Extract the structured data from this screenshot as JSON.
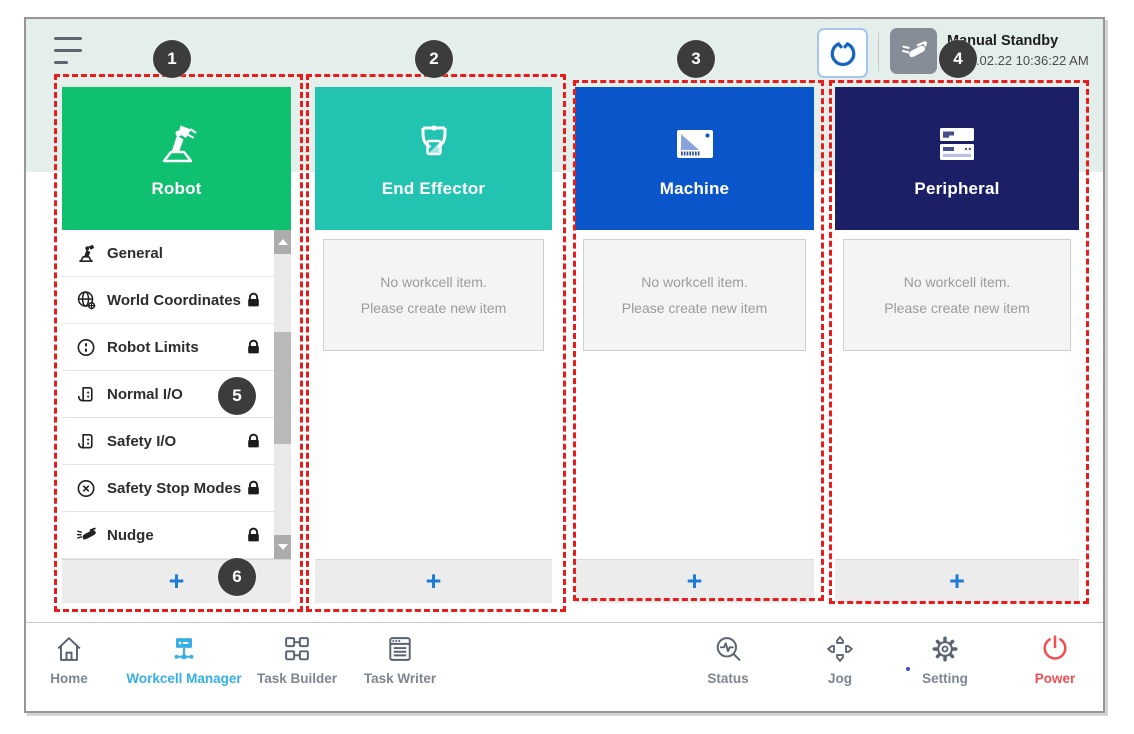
{
  "topbar": {
    "menu_icon": "hamburger-menu",
    "robot_button_icon": "gripper-icon",
    "mode_button_icon": "hand-manual-icon",
    "status_title": "Manual Standby",
    "status_datetime": "2022.02.22 10:36:22 AM"
  },
  "columns": [
    {
      "title": "Robot",
      "color": "#0ec06f"
    },
    {
      "title": "End Effector",
      "color": "#22c3b0"
    },
    {
      "title": "Machine",
      "color": "#0b55ca"
    },
    {
      "title": "Peripheral",
      "color": "#1a1f66"
    }
  ],
  "robot_menu": [
    {
      "label": "General",
      "locked": false
    },
    {
      "label": "World Coordinates",
      "locked": true
    },
    {
      "label": "Robot Limits",
      "locked": true
    },
    {
      "label": "Normal I/O",
      "locked": false
    },
    {
      "label": "Safety I/O",
      "locked": true
    },
    {
      "label": "Safety Stop Modes",
      "locked": true
    },
    {
      "label": "Nudge",
      "locked": true
    }
  ],
  "empty_state": {
    "line1": "No workcell item.",
    "line2": "Please create new item"
  },
  "add_label": "+",
  "annotations": [
    "1",
    "2",
    "3",
    "4",
    "5",
    "6"
  ],
  "nav": {
    "items": [
      {
        "label": "Home",
        "active": false
      },
      {
        "label": "Workcell Manager",
        "active": true
      },
      {
        "label": "Task Builder",
        "active": false
      },
      {
        "label": "Task Writer",
        "active": false
      },
      {
        "label": "Status",
        "active": false
      },
      {
        "label": "Jog",
        "active": false
      },
      {
        "label": "Setting",
        "active": false
      },
      {
        "label": "Power",
        "active": false
      }
    ]
  },
  "colors": {
    "accent_blue": "#35aee6",
    "plus_blue": "#1d7cd6",
    "power_red": "#f14f52",
    "annotation_red": "#ea1b1b",
    "topband_mint": "#e4eeea"
  }
}
